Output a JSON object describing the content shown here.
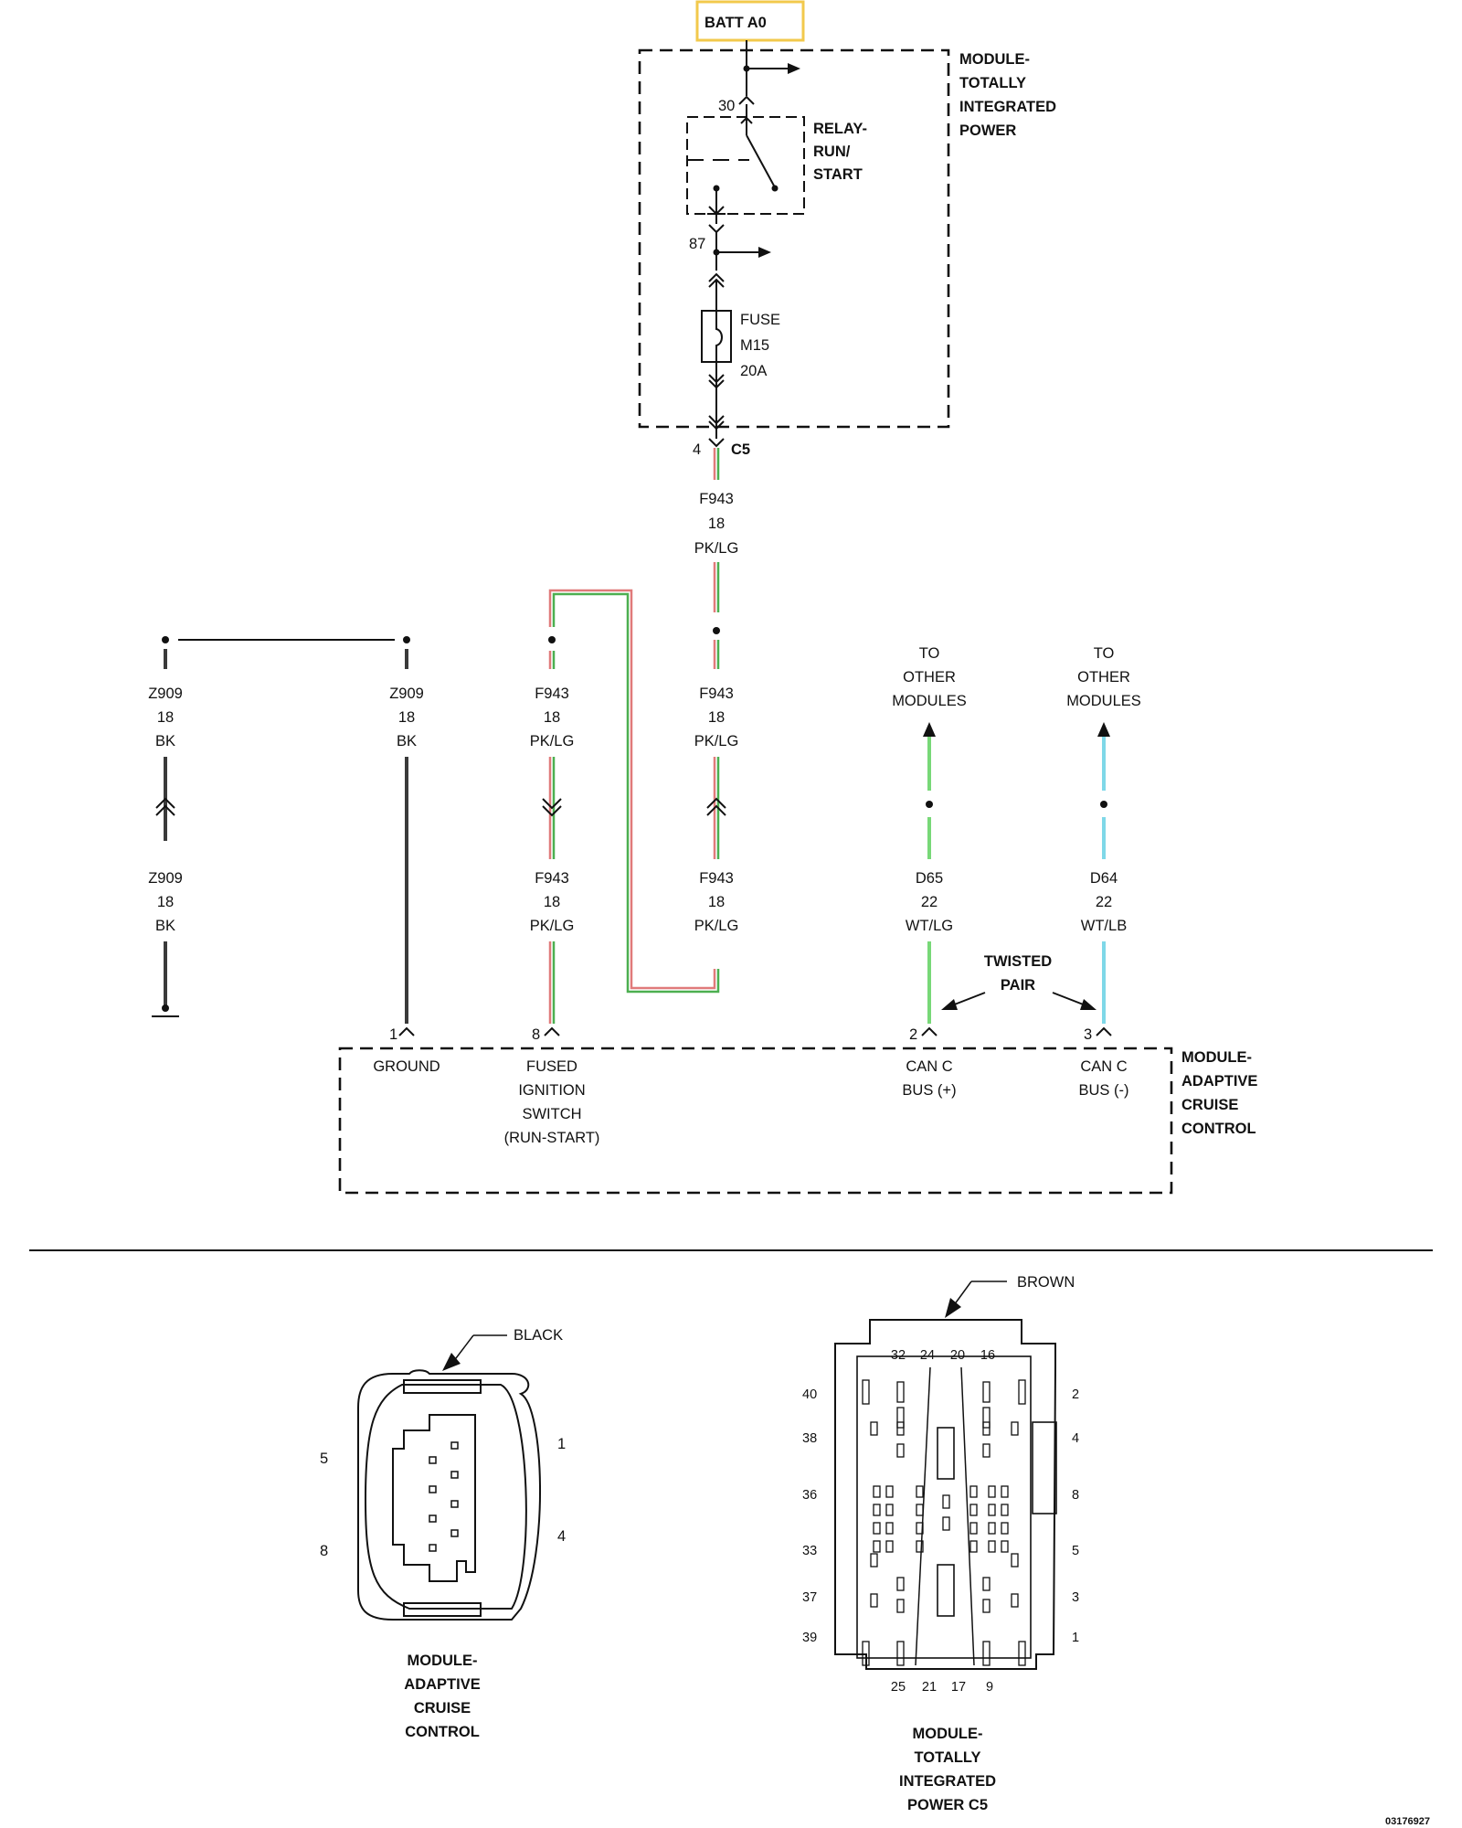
{
  "colors": {
    "batt_box_border": "#f2c94c",
    "pk_lg_pink": "#e07a7a",
    "pk_lg_green": "#4caf50",
    "wt_lg_green": "#78d878",
    "wt_lb_blue": "#7fd8e8",
    "black_wire": "#3a3a3a"
  },
  "batt": {
    "label": "BATT A0"
  },
  "tipm": {
    "title_lines": [
      "MODULE-",
      "TOTALLY",
      "INTEGRATED",
      "POWER"
    ],
    "pin_30": "30",
    "relay_lines": [
      "RELAY-",
      "RUN/",
      "START"
    ],
    "pin_87": "87",
    "fuse_lines": [
      "FUSE",
      "M15",
      "20A"
    ],
    "c5_pin": "4",
    "c5_label": "C5"
  },
  "wires": {
    "f943_top": [
      "F943",
      "18",
      "PK/LG"
    ],
    "z909_left_upper": [
      "Z909",
      "18",
      "BK"
    ],
    "z909_right": [
      "Z909",
      "18",
      "BK"
    ],
    "f943_mid_left": [
      "F943",
      "18",
      "PK/LG"
    ],
    "f943_mid_right": [
      "F943",
      "18",
      "PK/LG"
    ],
    "z909_left_lower": [
      "Z909",
      "18",
      "BK"
    ],
    "f943_low_left": [
      "F943",
      "18",
      "PK/LG"
    ],
    "f943_low_right": [
      "F943",
      "18",
      "PK/LG"
    ],
    "to_other_left": [
      "TO",
      "OTHER",
      "MODULES"
    ],
    "to_other_right": [
      "TO",
      "OTHER",
      "MODULES"
    ],
    "d65": [
      "D65",
      "22",
      "WT/LG"
    ],
    "d64": [
      "D64",
      "22",
      "WT/LB"
    ],
    "twisted_pair": [
      "TWISTED",
      "PAIR"
    ]
  },
  "acc": {
    "title_lines": [
      "MODULE-",
      "ADAPTIVE",
      "CRUISE",
      "CONTROL"
    ],
    "pins": [
      {
        "num": "1",
        "lines": [
          "GROUND"
        ]
      },
      {
        "num": "8",
        "lines": [
          "FUSED",
          "IGNITION",
          "SWITCH",
          "(RUN-START)"
        ]
      },
      {
        "num": "2",
        "lines": [
          "CAN C",
          "BUS (+)"
        ]
      },
      {
        "num": "3",
        "lines": [
          "CAN C",
          "BUS (-)"
        ]
      }
    ]
  },
  "connector_acc": {
    "color": "BLACK",
    "pin_labels": [
      "5",
      "1",
      "8",
      "4"
    ],
    "title_lines": [
      "MODULE-",
      "ADAPTIVE",
      "CRUISE",
      "CONTROL"
    ]
  },
  "connector_c5": {
    "color": "BROWN",
    "top_pins": [
      "32",
      "24",
      "20",
      "16"
    ],
    "bottom_pins": [
      "25",
      "21",
      "17",
      "9"
    ],
    "left_pins": [
      "40",
      "38",
      "36",
      "33",
      "37",
      "39"
    ],
    "right_pins": [
      "2",
      "4",
      "8",
      "5",
      "3",
      "1"
    ],
    "title_lines": [
      "MODULE-",
      "TOTALLY",
      "INTEGRATED",
      "POWER C5"
    ]
  },
  "figure_id": "03176927"
}
